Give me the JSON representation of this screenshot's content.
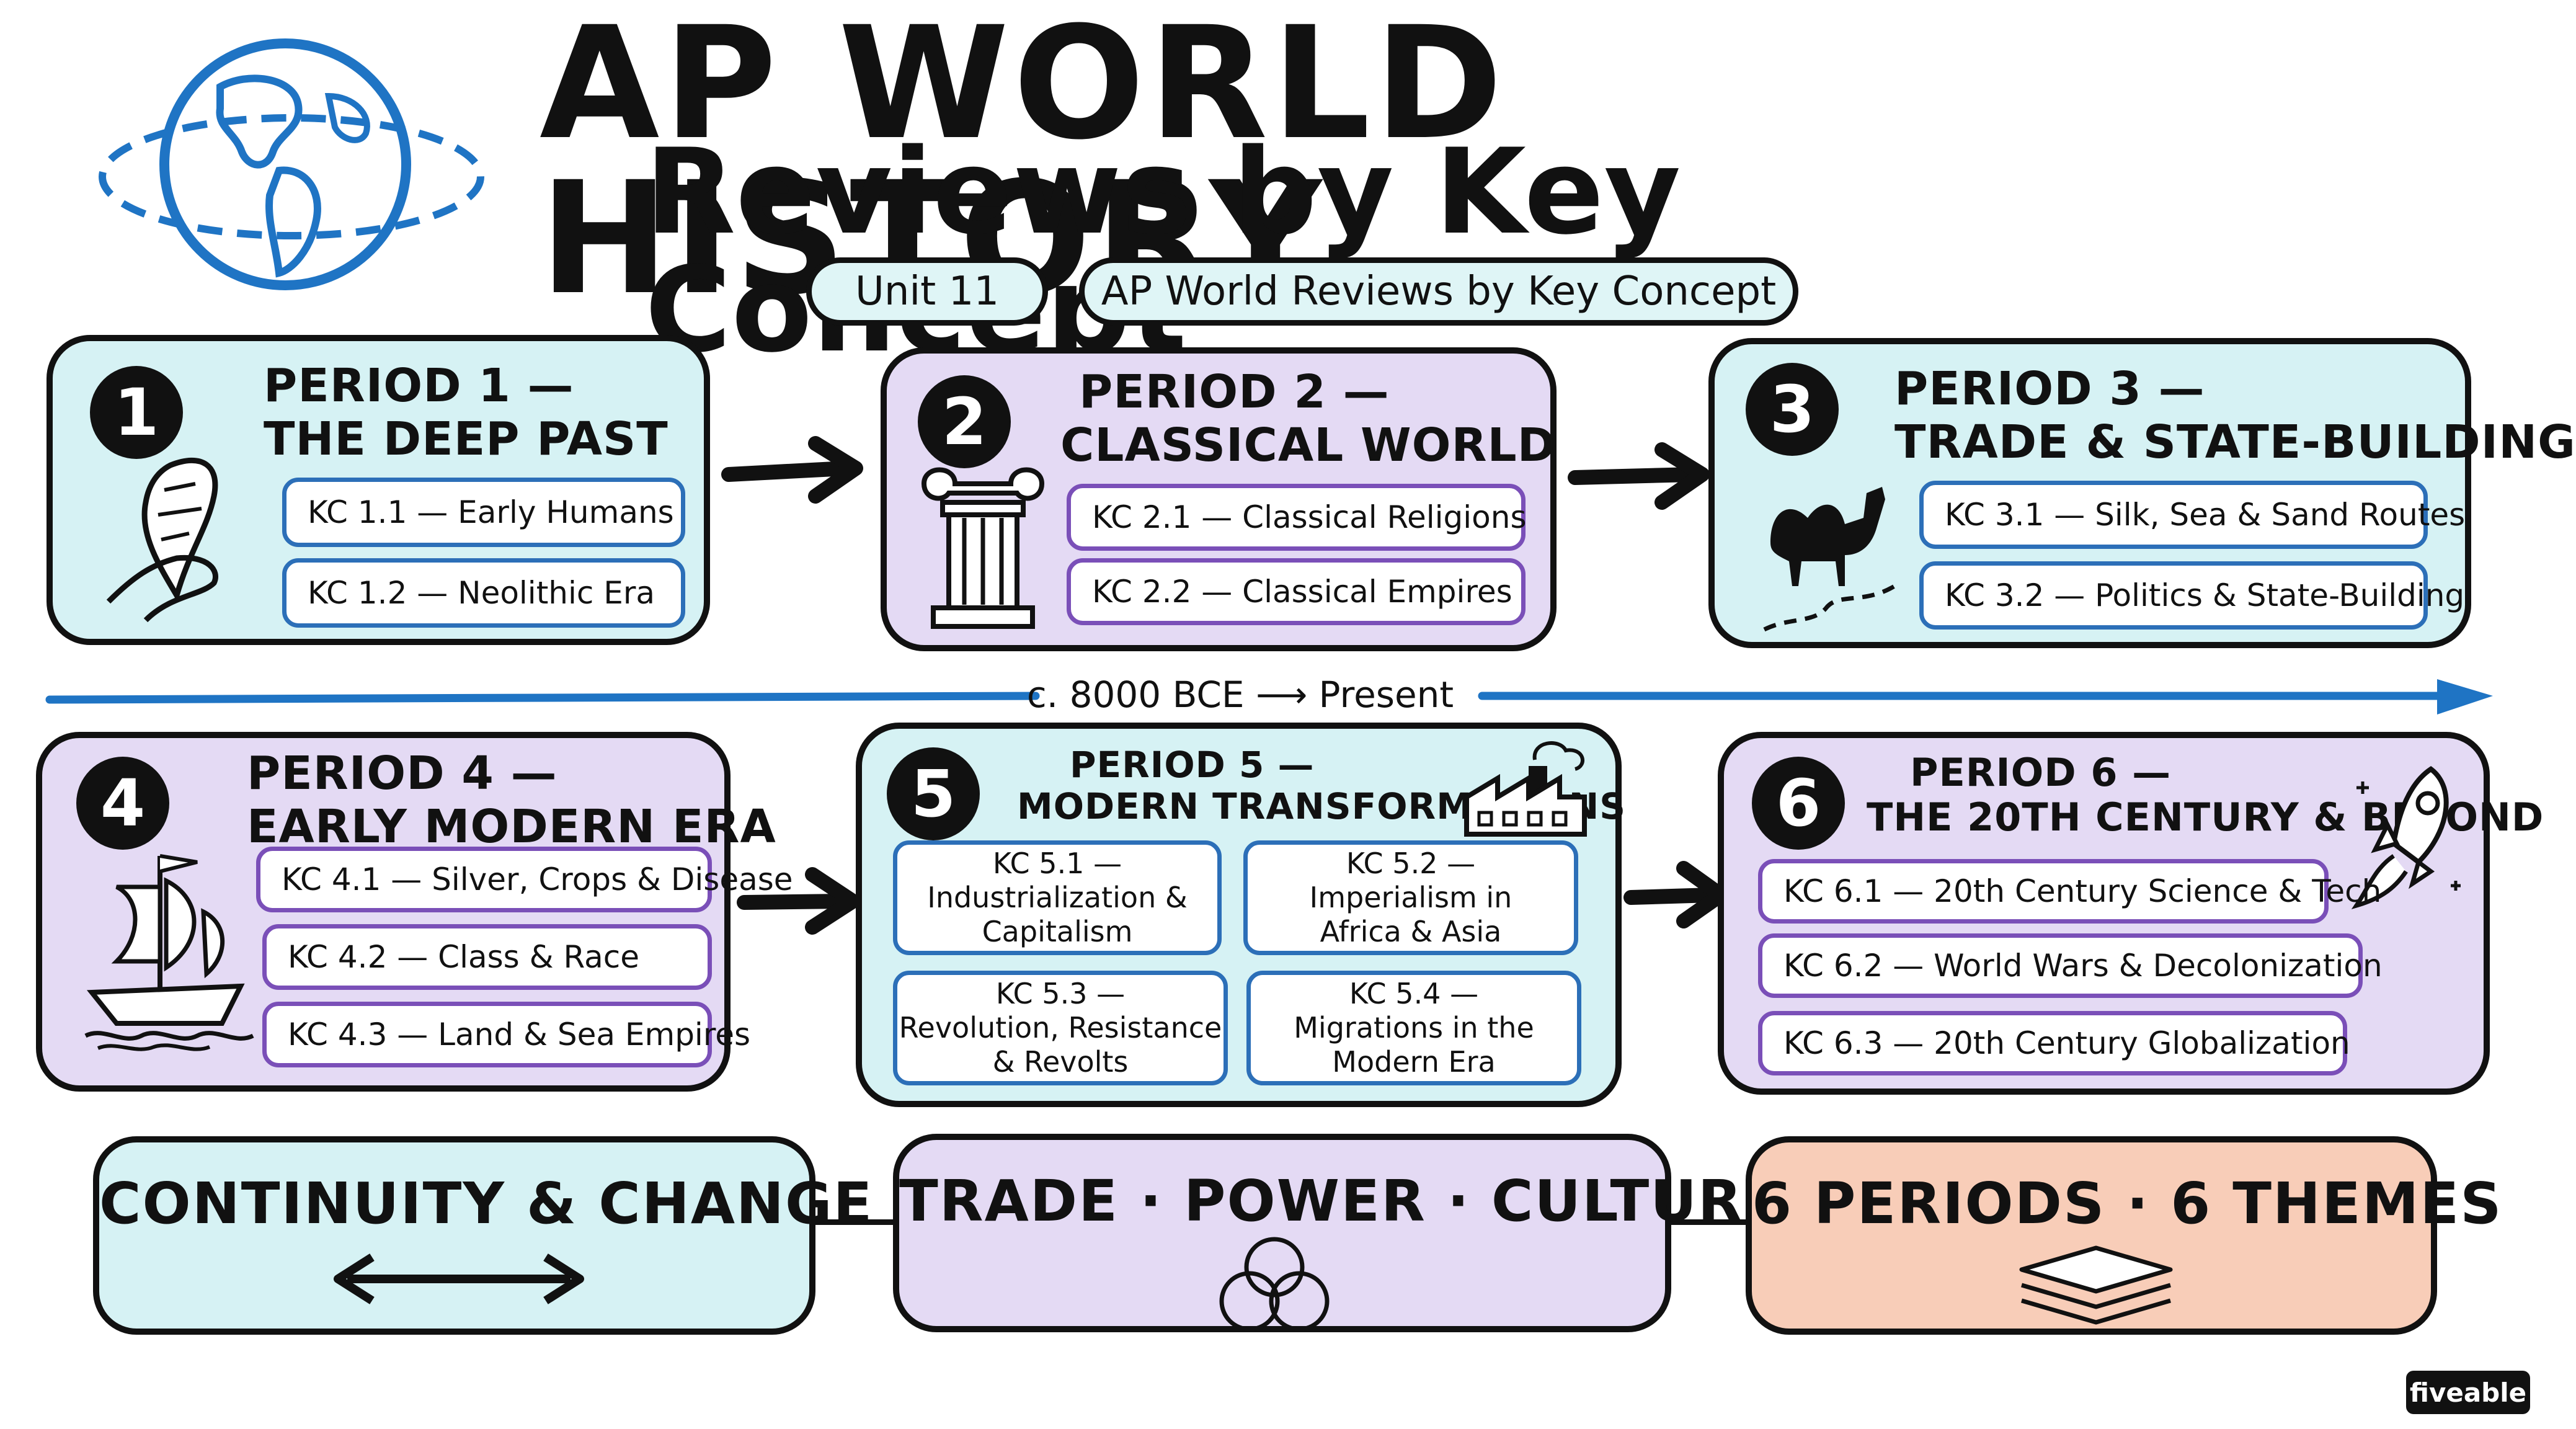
{
  "header": {
    "title": "AP WORLD HISTORY",
    "subtitle": "Reviews by Key Concept",
    "pill_unit": "Unit 11",
    "pill_label": "AP World Reviews by Key Concept"
  },
  "timeline_label": "c. 8000 BCE ⟶ Present",
  "periods": [
    {
      "number": "1",
      "title_line1": "Period 1 —",
      "title_line2": "The Deep Past",
      "kcs": [
        "KC 1.1 — Early Humans",
        "KC 1.2 — Neolithic Era"
      ]
    },
    {
      "number": "2",
      "title_line1": "Period 2 —",
      "title_line2": "Classical World",
      "kcs": [
        "KC 2.1 — Classical Religions",
        "KC 2.2 — Classical Empires"
      ]
    },
    {
      "number": "3",
      "title_line1": "Period 3 —",
      "title_line2": "Trade & State-Building",
      "kcs": [
        "KC 3.1 — Silk, Sea & Sand Routes",
        "KC 3.2 — Politics & State-Building"
      ]
    },
    {
      "number": "4",
      "title_line1": "Period 4 —",
      "title_line2": "Early Modern Era",
      "kcs": [
        "KC 4.1 — Silver, Crops & Disease",
        "KC 4.2 — Class & Race",
        "KC 4.3 — Land & Sea Empires"
      ]
    },
    {
      "number": "5",
      "title_line1": "Period 5 —",
      "title_line2": "Modern Transformations",
      "kcs": [
        {
          "line1": "KC 5.1 —",
          "line2": "Industrialization &",
          "line3": "Capitalism"
        },
        {
          "line1": "KC 5.2 —",
          "line2": "Imperialism in",
          "line3": "Africa & Asia"
        },
        {
          "line1": "KC 5.3 —",
          "line2": "Revolution, Resistance",
          "line3": "& Revolts"
        },
        {
          "line1": "KC 5.4 —",
          "line2": "Migrations in the",
          "line3": "Modern Era"
        }
      ]
    },
    {
      "number": "6",
      "title_line1": "Period 6 —",
      "title_line2": "The 20th Century & Beyond",
      "kcs": [
        "KC 6.1 — 20th Century Science & Tech",
        "KC 6.2 — World Wars & Decolonization",
        "KC 6.3 — 20th Century Globalization"
      ]
    }
  ],
  "themes": {
    "continuity": "Continuity & Change",
    "trade": "Trade · Power · Culture",
    "periods": "6 Periods · 6 Themes"
  },
  "brand": "fiveable",
  "colors": {
    "teal": "#d6f2f4",
    "violet": "#e4daf4",
    "salmon": "#f8cdb8",
    "accent_blue": "#1f74c4",
    "outline": "#111111"
  },
  "icons": [
    "globe-icon",
    "spearhead-hand-icon",
    "greek-column-icon",
    "camel-icon",
    "sailing-ship-icon",
    "factory-icon",
    "rocket-icon",
    "double-arrow-icon",
    "venn-circles-icon",
    "layers-icon"
  ]
}
